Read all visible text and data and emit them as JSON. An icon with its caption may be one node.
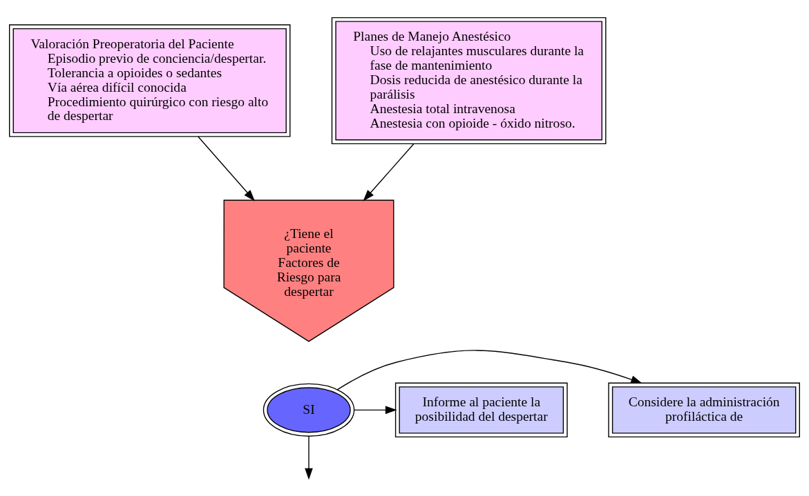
{
  "diagram": {
    "nodes": [
      {
        "text": [
          "Valoración Preoperatoria del Paciente",
          "Episodio previo de conciencia/despertar.",
          "Tolerancia a opioides o sedantes",
          "Vía aérea difícil conocida",
          "Procedimiento quirúrgico con riesgo alto de despertar"
        ]
      },
      {
        "text": [
          "Planes de Manejo Anestésico",
          "Uso de relajantes musculares durante la fase de mantenimiento",
          "Dosis reducida de anestésico durante la parálisis",
          "Anestesia total intravenosa",
          "Anestesia con opioide - óxido nitroso."
        ]
      },
      {
        "text": [
          "¿Tiene el paciente Factores de Riesgo para despertar"
        ]
      },
      {
        "text": [
          "SI"
        ]
      },
      {
        "text": [
          "Informe al paciente la posibilidad del despertar"
        ]
      },
      {
        "text": [
          "Considere la administración profiláctica de"
        ]
      }
    ],
    "edges": [
      {
        "from": 0,
        "to": 2,
        "arrow": "to"
      },
      {
        "from": 1,
        "to": 2,
        "arrow": "to"
      },
      {
        "from": 3,
        "to": 4,
        "arrow": "to"
      },
      {
        "from": 3,
        "to": 5,
        "arrow": "to"
      },
      {
        "from": 3,
        "to": null,
        "arrow": "to"
      }
    ]
  }
}
